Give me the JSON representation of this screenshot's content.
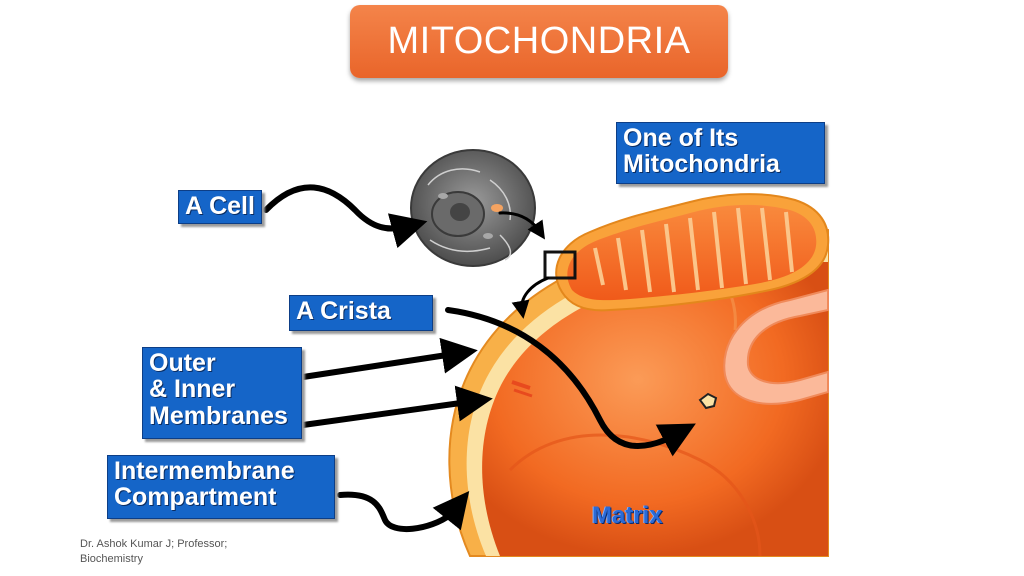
{
  "title": "MITOCHONDRIA",
  "labels": {
    "cell": "A Cell",
    "crista": "A Crista",
    "membranes": "Outer\n& Inner\nMembranes",
    "intermembrane": "Intermembrane\nCompartment",
    "mitochondrion": "One of Its\nMitochondria",
    "matrix": "Matrix"
  },
  "footer": "Dr. Ashok Kumar J; Professor; Biochemistry",
  "colors": {
    "title_box": "#ef7338",
    "label_box": "#1565c8",
    "membrane_outer": "#f6a623",
    "matrix_fill": "#f36e27"
  }
}
